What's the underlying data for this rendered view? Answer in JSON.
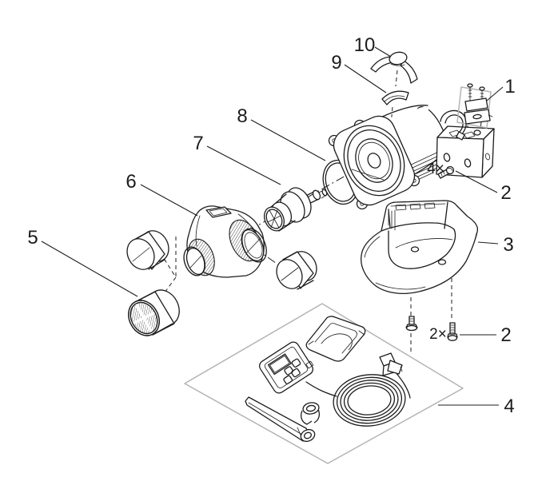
{
  "diagram": {
    "type": "exploded-parts-diagram",
    "colors": {
      "background": "#ffffff",
      "line": "#1c1c1c",
      "construction": "#b4b4b4"
    },
    "callouts": [
      {
        "label": "10"
      },
      {
        "label": "9"
      },
      {
        "label": "1"
      },
      {
        "label": "8"
      },
      {
        "label": "7"
      },
      {
        "label": "6"
      },
      {
        "label": "5"
      },
      {
        "label": "2"
      },
      {
        "label": "3"
      },
      {
        "label": "2"
      },
      {
        "label": "4"
      }
    ],
    "quantity_markers": [
      {
        "label": "4×"
      },
      {
        "label": "2×"
      }
    ]
  }
}
